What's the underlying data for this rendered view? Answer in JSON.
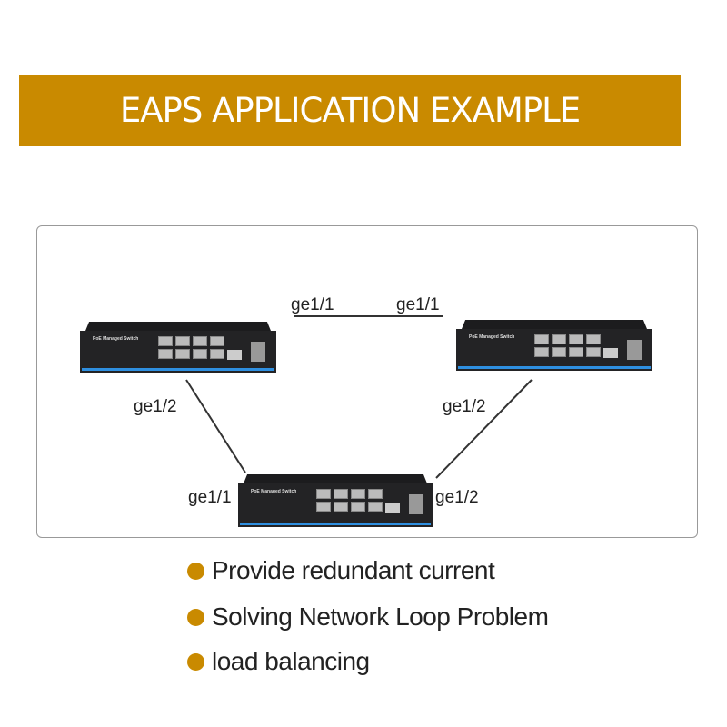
{
  "banner": {
    "title": "EAPS APPLICATION EXAMPLE"
  },
  "accent_color": "#C98A00",
  "switch": {
    "name": "PoE Managed Switch"
  },
  "diagram": {
    "top_left_port": "ge1/1",
    "top_right_port": "ge1/1",
    "left_switch_down_port": "ge1/2",
    "right_switch_down_port": "ge1/2",
    "bottom_left_port": "ge1/1",
    "bottom_right_port": "ge1/2"
  },
  "features": [
    "Provide redundant current",
    "Solving Network Loop Problem",
    "load balancing"
  ]
}
